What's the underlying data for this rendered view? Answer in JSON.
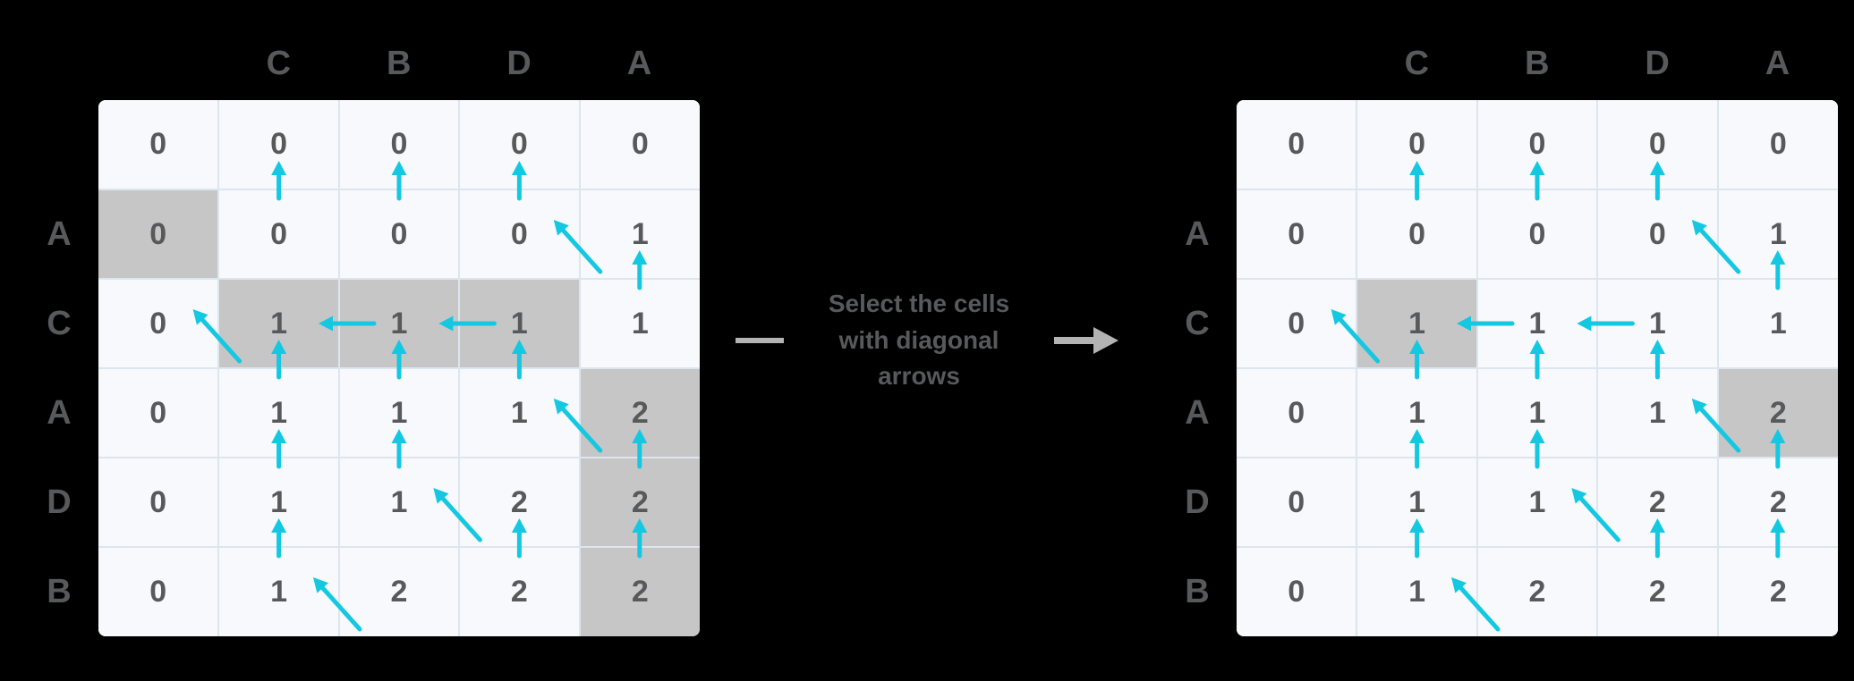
{
  "accent_color": "#14c8e1",
  "highlight_color": "#c6c6c6",
  "cell_bg": "#f7f9fc",
  "text_color": "#58595b",
  "gridline_color": "#dde5ef",
  "background": "#000000",
  "center": {
    "caption_line1": "Select the cells",
    "caption_line2": "with diagonal",
    "caption_line3": "arrows",
    "dash_label": "connector-dash",
    "arrow_label": "transition-arrow-right"
  },
  "tables": [
    {
      "id": "before",
      "col_headers": [
        "",
        "C",
        "B",
        "D",
        "A"
      ],
      "row_headers": [
        "",
        "A",
        "C",
        "A",
        "D",
        "B"
      ],
      "rows": [
        [
          "0",
          "0",
          "0",
          "0",
          "0"
        ],
        [
          "0",
          "0",
          "0",
          "0",
          "1"
        ],
        [
          "0",
          "1",
          "1",
          "1",
          "1"
        ],
        [
          "0",
          "1",
          "1",
          "1",
          "2"
        ],
        [
          "0",
          "1",
          "1",
          "2",
          "2"
        ],
        [
          "0",
          "1",
          "2",
          "2",
          "2"
        ]
      ],
      "highlighted": [
        {
          "r": 1,
          "c": 0
        },
        {
          "r": 2,
          "c": 1
        },
        {
          "r": 2,
          "c": 2
        },
        {
          "r": 2,
          "c": 3
        },
        {
          "r": 3,
          "c": 4
        },
        {
          "r": 4,
          "c": 4
        },
        {
          "r": 5,
          "c": 4
        }
      ],
      "arrows": [
        {
          "type": "up",
          "r": 1,
          "c": 1
        },
        {
          "type": "up",
          "r": 1,
          "c": 2
        },
        {
          "type": "up",
          "r": 1,
          "c": 3
        },
        {
          "type": "diagonal",
          "r": 1,
          "c": 4
        },
        {
          "type": "diagonal",
          "r": 2,
          "c": 1
        },
        {
          "type": "up",
          "r": 2,
          "c": 4
        },
        {
          "type": "left",
          "r": 2,
          "c": 2
        },
        {
          "type": "left",
          "r": 2,
          "c": 3
        },
        {
          "type": "up",
          "r": 3,
          "c": 1
        },
        {
          "type": "up",
          "r": 3,
          "c": 2
        },
        {
          "type": "up",
          "r": 3,
          "c": 3
        },
        {
          "type": "diagonal",
          "r": 3,
          "c": 4
        },
        {
          "type": "up",
          "r": 4,
          "c": 1
        },
        {
          "type": "up",
          "r": 4,
          "c": 2
        },
        {
          "type": "diagonal",
          "r": 4,
          "c": 3
        },
        {
          "type": "up",
          "r": 4,
          "c": 4
        },
        {
          "type": "up",
          "r": 5,
          "c": 1
        },
        {
          "type": "diagonal",
          "r": 5,
          "c": 2
        },
        {
          "type": "up",
          "r": 5,
          "c": 3
        },
        {
          "type": "up",
          "r": 5,
          "c": 4
        }
      ]
    },
    {
      "id": "after",
      "col_headers": [
        "",
        "C",
        "B",
        "D",
        "A"
      ],
      "row_headers": [
        "",
        "A",
        "C",
        "A",
        "D",
        "B"
      ],
      "rows": [
        [
          "0",
          "0",
          "0",
          "0",
          "0"
        ],
        [
          "0",
          "0",
          "0",
          "0",
          "1"
        ],
        [
          "0",
          "1",
          "1",
          "1",
          "1"
        ],
        [
          "0",
          "1",
          "1",
          "1",
          "2"
        ],
        [
          "0",
          "1",
          "1",
          "2",
          "2"
        ],
        [
          "0",
          "1",
          "2",
          "2",
          "2"
        ]
      ],
      "highlighted": [
        {
          "r": 2,
          "c": 1
        },
        {
          "r": 3,
          "c": 4
        }
      ],
      "arrows": [
        {
          "type": "up",
          "r": 1,
          "c": 1
        },
        {
          "type": "up",
          "r": 1,
          "c": 2
        },
        {
          "type": "up",
          "r": 1,
          "c": 3
        },
        {
          "type": "diagonal",
          "r": 1,
          "c": 4
        },
        {
          "type": "diagonal",
          "r": 2,
          "c": 1
        },
        {
          "type": "up",
          "r": 2,
          "c": 4
        },
        {
          "type": "left",
          "r": 2,
          "c": 2
        },
        {
          "type": "left",
          "r": 2,
          "c": 3
        },
        {
          "type": "up",
          "r": 3,
          "c": 1
        },
        {
          "type": "up",
          "r": 3,
          "c": 2
        },
        {
          "type": "up",
          "r": 3,
          "c": 3
        },
        {
          "type": "diagonal",
          "r": 3,
          "c": 4
        },
        {
          "type": "up",
          "r": 4,
          "c": 1
        },
        {
          "type": "up",
          "r": 4,
          "c": 2
        },
        {
          "type": "diagonal",
          "r": 4,
          "c": 3
        },
        {
          "type": "up",
          "r": 4,
          "c": 4
        },
        {
          "type": "up",
          "r": 5,
          "c": 1
        },
        {
          "type": "diagonal",
          "r": 5,
          "c": 2
        },
        {
          "type": "up",
          "r": 5,
          "c": 3
        },
        {
          "type": "up",
          "r": 5,
          "c": 4
        }
      ]
    }
  ]
}
